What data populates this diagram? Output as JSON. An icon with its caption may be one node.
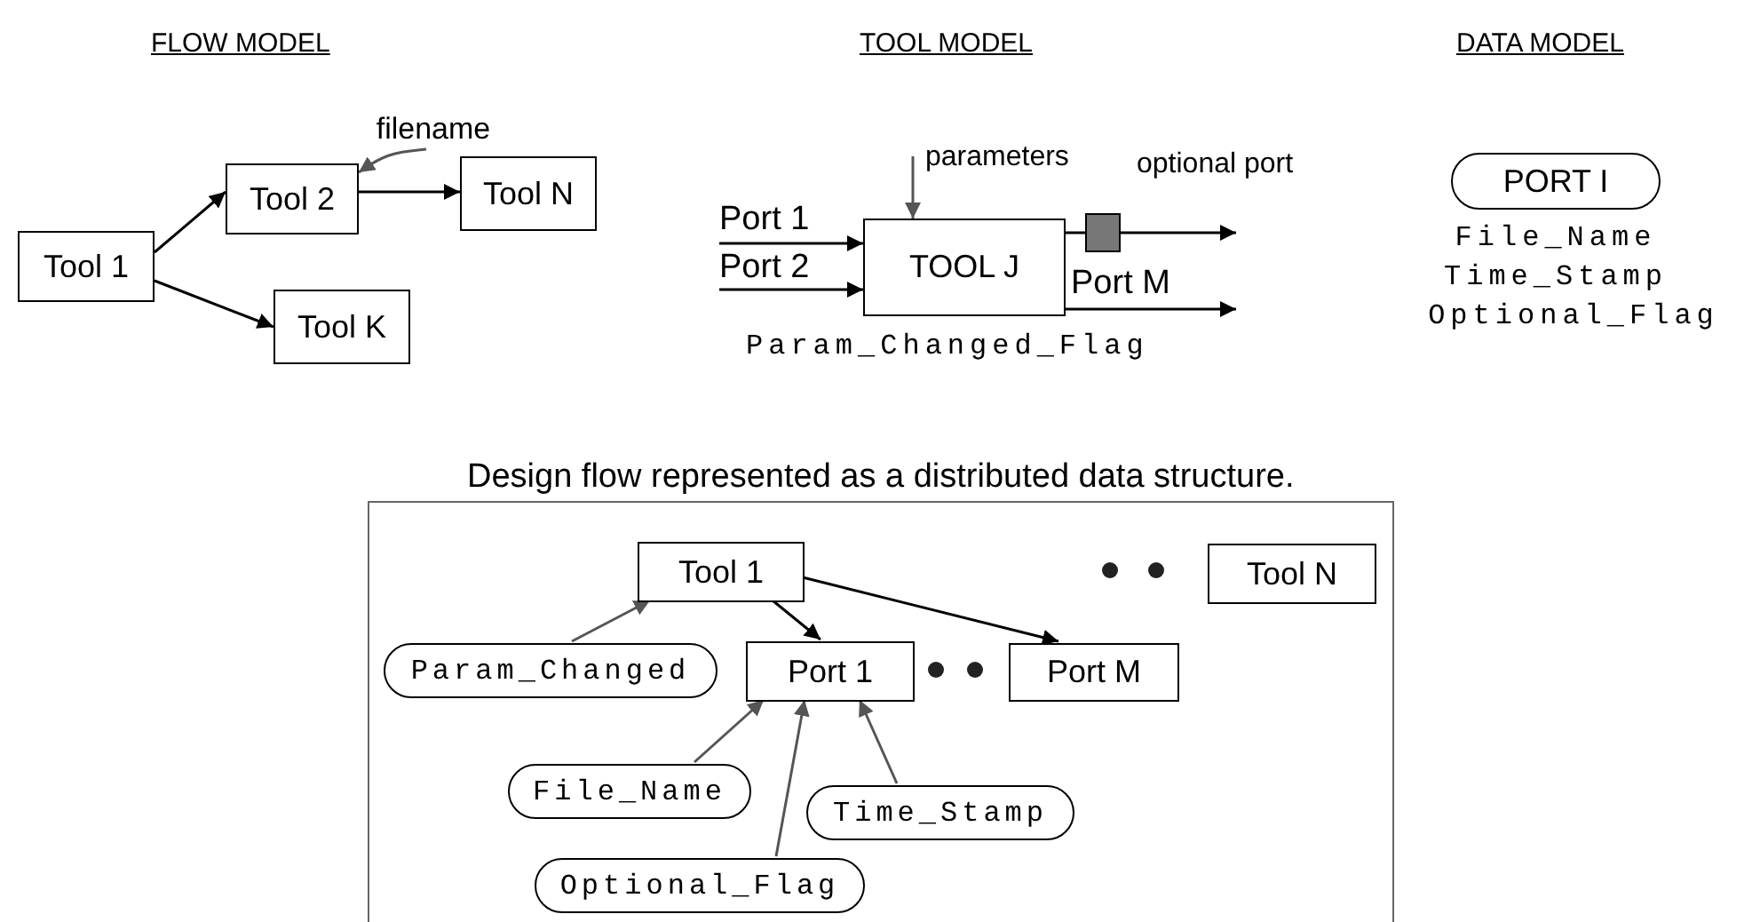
{
  "diagram": {
    "nodes": [
      {
        "text": [
          "Tool 1"
        ]
      },
      {
        "text": [
          "Tool 2"
        ]
      },
      {
        "text": [
          "Tool N"
        ]
      },
      {
        "text": [
          "Tool K"
        ]
      },
      {
        "text": [
          "filename"
        ]
      },
      {
        "text": [
          "TOOL J"
        ],
        "beside": [
          "Param_Changed_Flag"
        ]
      },
      {
        "text": [],
        "shape": "box"
      },
      {
        "text": [
          "PORT I"
        ],
        "beside": [
          "File_Name",
          "Time_Stamp",
          "Optional_Flag"
        ]
      },
      {
        "text": [],
        "shape": "box"
      },
      {
        "text": [
          "Tool 1"
        ],
        "in": 8
      },
      {
        "text": [
          "Tool N"
        ],
        "in": 8
      },
      {
        "text": [
          "Param_Changed"
        ],
        "in": 8
      },
      {
        "text": [
          "Port 1"
        ],
        "in": 8
      },
      {
        "text": [
          "Port M"
        ],
        "in": 8
      },
      {
        "text": [
          "File_Name"
        ],
        "in": 8
      },
      {
        "text": [
          "Time_Stamp"
        ],
        "in": 8
      },
      {
        "text": [
          "Optional_Flag"
        ],
        "in": 8
      }
    ],
    "edges": [
      {
        "from": 0,
        "to": 1,
        "arrow": "to"
      },
      {
        "from": 1,
        "to": 2,
        "arrow": "to"
      },
      {
        "from": 0,
        "to": 3,
        "arrow": "to"
      },
      {
        "from": 4,
        "to": 1,
        "arrow": "to",
        "color": "#555555"
      },
      {
        "from": null,
        "to": 5,
        "arrow": "to",
        "label": "Port 1"
      },
      {
        "from": null,
        "to": 5,
        "arrow": "to",
        "label": "Port 2"
      },
      {
        "from": null,
        "to": 5,
        "arrow": "to",
        "label": "parameters",
        "color": "#555555"
      },
      {
        "from": 5,
        "to": 6,
        "arrow": "none"
      },
      {
        "from": 6,
        "to": null,
        "arrow": "to",
        "label": "optional port"
      },
      {
        "from": 5,
        "to": null,
        "arrow": "to",
        "label": "Port M"
      },
      {
        "from": 11,
        "to": 9,
        "arrow": "to",
        "color": "#555555"
      },
      {
        "from": 9,
        "to": 12,
        "arrow": "to"
      },
      {
        "from": 9,
        "to": 13,
        "arrow": "to"
      },
      {
        "from": 14,
        "to": 12,
        "arrow": "to",
        "color": "#555555"
      },
      {
        "from": 16,
        "to": 12,
        "arrow": "to",
        "color": "#555555"
      },
      {
        "from": 15,
        "to": 12,
        "arrow": "to",
        "color": "#555555"
      }
    ],
    "labels": [
      "FLOW MODEL",
      "TOOL MODEL",
      "DATA MODEL",
      "Design flow represented as a distributed data structure."
    ]
  }
}
